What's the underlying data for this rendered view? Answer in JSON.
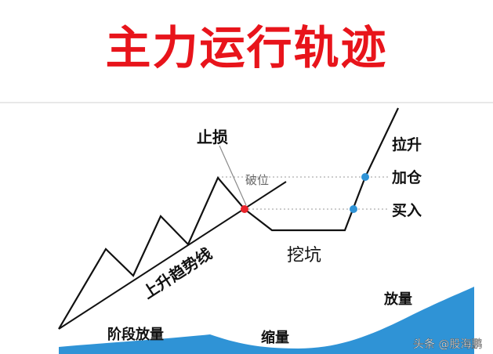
{
  "title": "主力运行轨迹",
  "labels": {
    "stop_loss": "止损",
    "break_level": "破位",
    "rally": "拉升",
    "add_position": "加仓",
    "buy": "买入",
    "pit": "挖坑",
    "uptrend_line": "上升趋势线",
    "stage_volume": "阶段放量",
    "shrink_volume": "缩量",
    "volume_up": "放量"
  },
  "watermark": "头条 @股海鹏",
  "colors": {
    "title": "#e8141b",
    "volume_fill": "#2f93d6",
    "breakdown_dot": "#e8232a",
    "entry_dot": "#2f93d6",
    "line": "#111111",
    "guide": "#888888"
  }
}
